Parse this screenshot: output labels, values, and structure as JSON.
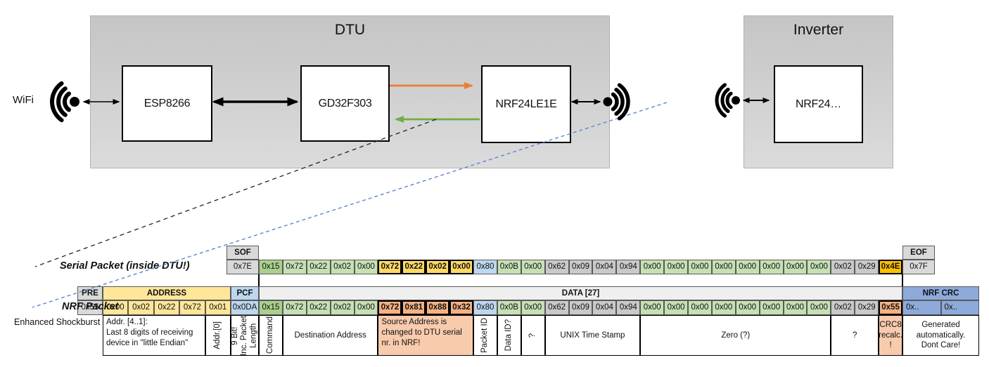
{
  "diagram": {
    "wifi_label": "WiFi",
    "dtu": {
      "title": "DTU",
      "chips": [
        "ESP8266",
        "GD32F303",
        "NRF24LE1E"
      ]
    },
    "inverter": {
      "title": "Inverter",
      "chips": [
        "NRF24…"
      ]
    }
  },
  "colors": {
    "orange_arrow": "#ED7D31",
    "green_arrow": "#70AD47",
    "blue_dashed": "#5C85D6",
    "gold": "#FFD966",
    "amber": "#FFC000",
    "salmon": "#F4B183",
    "salmon_light": "#F8CBAD",
    "yellow": "#FFE699",
    "blue_cell": "#BDD7EE",
    "crc_blue": "#8EAADB",
    "green_dark": "#A9D08E",
    "green_light": "#C6E0B4",
    "gray_cell": "#C9C9C9",
    "gray_header": "#D9D9D9"
  },
  "serial_packet": {
    "label": "Serial Packet (inside DTU!)",
    "sof": {
      "header": "SOF",
      "value": "0x7E"
    },
    "eof": {
      "header": "EOF",
      "value": "0x7F"
    },
    "bytes": [
      {
        "v": "0x15",
        "c": "g1"
      },
      {
        "v": "0x72",
        "c": "g2"
      },
      {
        "v": "0x22",
        "c": "g2"
      },
      {
        "v": "0x02",
        "c": "g2"
      },
      {
        "v": "0x00",
        "c": "g2"
      },
      {
        "v": "0x72",
        "c": "gold",
        "b": 1
      },
      {
        "v": "0x22",
        "c": "gold",
        "b": 1
      },
      {
        "v": "0x02",
        "c": "gold",
        "b": 1
      },
      {
        "v": "0x00",
        "c": "gold",
        "b": 1
      },
      {
        "v": "0x80",
        "c": "blu"
      },
      {
        "v": "0x0B",
        "c": "g2"
      },
      {
        "v": "0x00",
        "c": "g2"
      },
      {
        "v": "0x62",
        "c": "gry"
      },
      {
        "v": "0x09",
        "c": "gry"
      },
      {
        "v": "0x04",
        "c": "gry"
      },
      {
        "v": "0x94",
        "c": "gry"
      },
      {
        "v": "0x00",
        "c": "g2"
      },
      {
        "v": "0x00",
        "c": "g2"
      },
      {
        "v": "0x00",
        "c": "g2"
      },
      {
        "v": "0x00",
        "c": "g2"
      },
      {
        "v": "0x00",
        "c": "g2"
      },
      {
        "v": "0x00",
        "c": "g2"
      },
      {
        "v": "0x00",
        "c": "g2"
      },
      {
        "v": "0x00",
        "c": "g2"
      },
      {
        "v": "0x02",
        "c": "gry"
      },
      {
        "v": "0x29",
        "c": "gry"
      },
      {
        "v": "0x4E",
        "c": "org",
        "b": 1
      }
    ]
  },
  "nrf_packet": {
    "label": "NRF Packet",
    "sublabel": "Enhanced Shockburst",
    "pre": {
      "header": "PRE",
      "hc": "hg",
      "bytes": [
        {
          "v": "0x55",
          "c": "hg"
        }
      ]
    },
    "address": {
      "header": "ADDRESS",
      "hc": "yel",
      "bytes": [
        {
          "v": "0x00",
          "c": "yel"
        },
        {
          "v": "0x02",
          "c": "yel"
        },
        {
          "v": "0x22",
          "c": "yel"
        },
        {
          "v": "0x72",
          "c": "yel"
        },
        {
          "v": "0x01",
          "c": "yel"
        }
      ]
    },
    "pcf": {
      "header": "PCF",
      "hc": "blu",
      "bytes": [
        {
          "v": "0x0DA",
          "c": "blu"
        }
      ]
    },
    "data": {
      "header": "DATA [27]",
      "hc": "dat",
      "bytes": [
        {
          "v": "0x15",
          "c": "g1"
        },
        {
          "v": "0x72",
          "c": "g2"
        },
        {
          "v": "0x22",
          "c": "g2"
        },
        {
          "v": "0x02",
          "c": "g2"
        },
        {
          "v": "0x00",
          "c": "g2"
        },
        {
          "v": "0x72",
          "c": "sal",
          "b": 1
        },
        {
          "v": "0x81",
          "c": "sal",
          "b": 1
        },
        {
          "v": "0x88",
          "c": "sal",
          "b": 1
        },
        {
          "v": "0x32",
          "c": "sal",
          "b": 1
        },
        {
          "v": "0x80",
          "c": "blu"
        },
        {
          "v": "0x0B",
          "c": "g2"
        },
        {
          "v": "0x00",
          "c": "g2"
        },
        {
          "v": "0x62",
          "c": "gry"
        },
        {
          "v": "0x09",
          "c": "gry"
        },
        {
          "v": "0x04",
          "c": "gry"
        },
        {
          "v": "0x94",
          "c": "gry"
        },
        {
          "v": "0x00",
          "c": "g2"
        },
        {
          "v": "0x00",
          "c": "g2"
        },
        {
          "v": "0x00",
          "c": "g2"
        },
        {
          "v": "0x00",
          "c": "g2"
        },
        {
          "v": "0x00",
          "c": "g2"
        },
        {
          "v": "0x00",
          "c": "g2"
        },
        {
          "v": "0x00",
          "c": "g2"
        },
        {
          "v": "0x00",
          "c": "g2"
        },
        {
          "v": "0x02",
          "c": "gry"
        },
        {
          "v": "0x29",
          "c": "gry"
        },
        {
          "v": "0x55",
          "c": "sal",
          "b": 1
        }
      ]
    },
    "crc": {
      "header": "NRF CRC",
      "hc": "crcb",
      "bytes": [
        {
          "v": "0x..",
          "c": "crcb"
        },
        {
          "v": "0x..",
          "c": "crcb"
        }
      ]
    },
    "annotations": [
      {
        "id": "addr41",
        "region": "a4",
        "text": "Addr. [4..1]:\nLast 8 digits of receiving\ndevice in \"little Endian\"",
        "align": "left"
      },
      {
        "id": "addr0",
        "region": "a0",
        "text": "Addr.[0]",
        "vertical": true
      },
      {
        "id": "pcf-note",
        "region": "pcf",
        "text": "9 Bit!\nInc. Packet\nLength",
        "vertical": true
      },
      {
        "id": "command",
        "region": [
          0,
          0
        ],
        "text": "Command",
        "vertical": true
      },
      {
        "id": "dest-addr",
        "region": [
          1,
          4
        ],
        "text": "Destination Address"
      },
      {
        "id": "src-addr",
        "region": [
          5,
          8
        ],
        "text": "Source Address is\nchanged to DTU serial\nnr. in NRF!",
        "bg": "sal",
        "align": "left"
      },
      {
        "id": "packet-id",
        "region": [
          9,
          9
        ],
        "text": "Packet ID",
        "vertical": true
      },
      {
        "id": "data-id",
        "region": [
          10,
          10
        ],
        "text": "Data ID?",
        "vertical": true
      },
      {
        "id": "q1",
        "region": [
          11,
          11
        ],
        "text": "?",
        "vertical": true
      },
      {
        "id": "unix",
        "region": [
          12,
          15
        ],
        "text": "UNIX Time Stamp"
      },
      {
        "id": "zero",
        "region": [
          16,
          23
        ],
        "text": "Zero (?)"
      },
      {
        "id": "q2",
        "region": [
          24,
          25
        ],
        "text": "?"
      },
      {
        "id": "crc8",
        "region": [
          26,
          26
        ],
        "text": "CRC8\nrecalc.\n!",
        "bg": "sal"
      },
      {
        "id": "crc-gen",
        "region": "crc",
        "text": "Generated\nautomatically.\nDont Care!"
      }
    ]
  }
}
